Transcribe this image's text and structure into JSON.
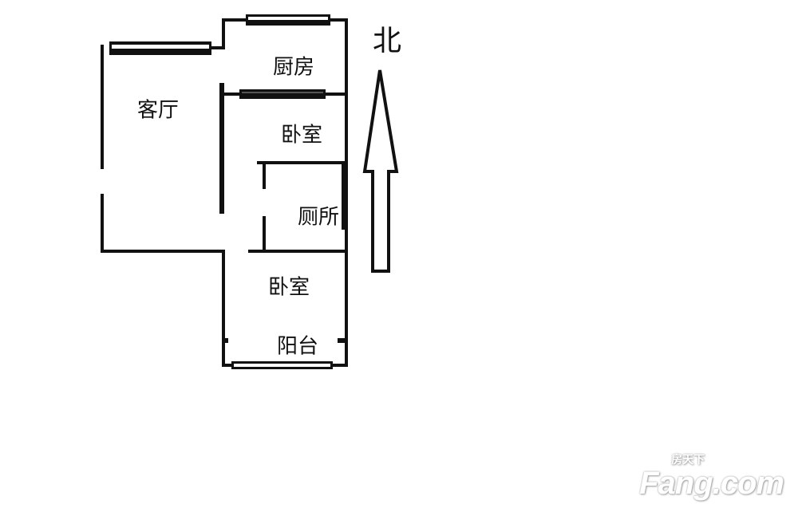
{
  "floor_plan": {
    "rooms": {
      "living_room": "客厅",
      "kitchen": "厨房",
      "bedroom_north": "卧室",
      "toilet": "厕所",
      "bedroom_south": "卧室",
      "balcony": "阳台"
    },
    "compass": {
      "label": "北",
      "icon": "north-arrow-icon"
    }
  },
  "watermark": {
    "brand": "Fang.com",
    "brand_cn": "房天下"
  },
  "colors": {
    "wall": "#111111",
    "background": "#ffffff"
  }
}
